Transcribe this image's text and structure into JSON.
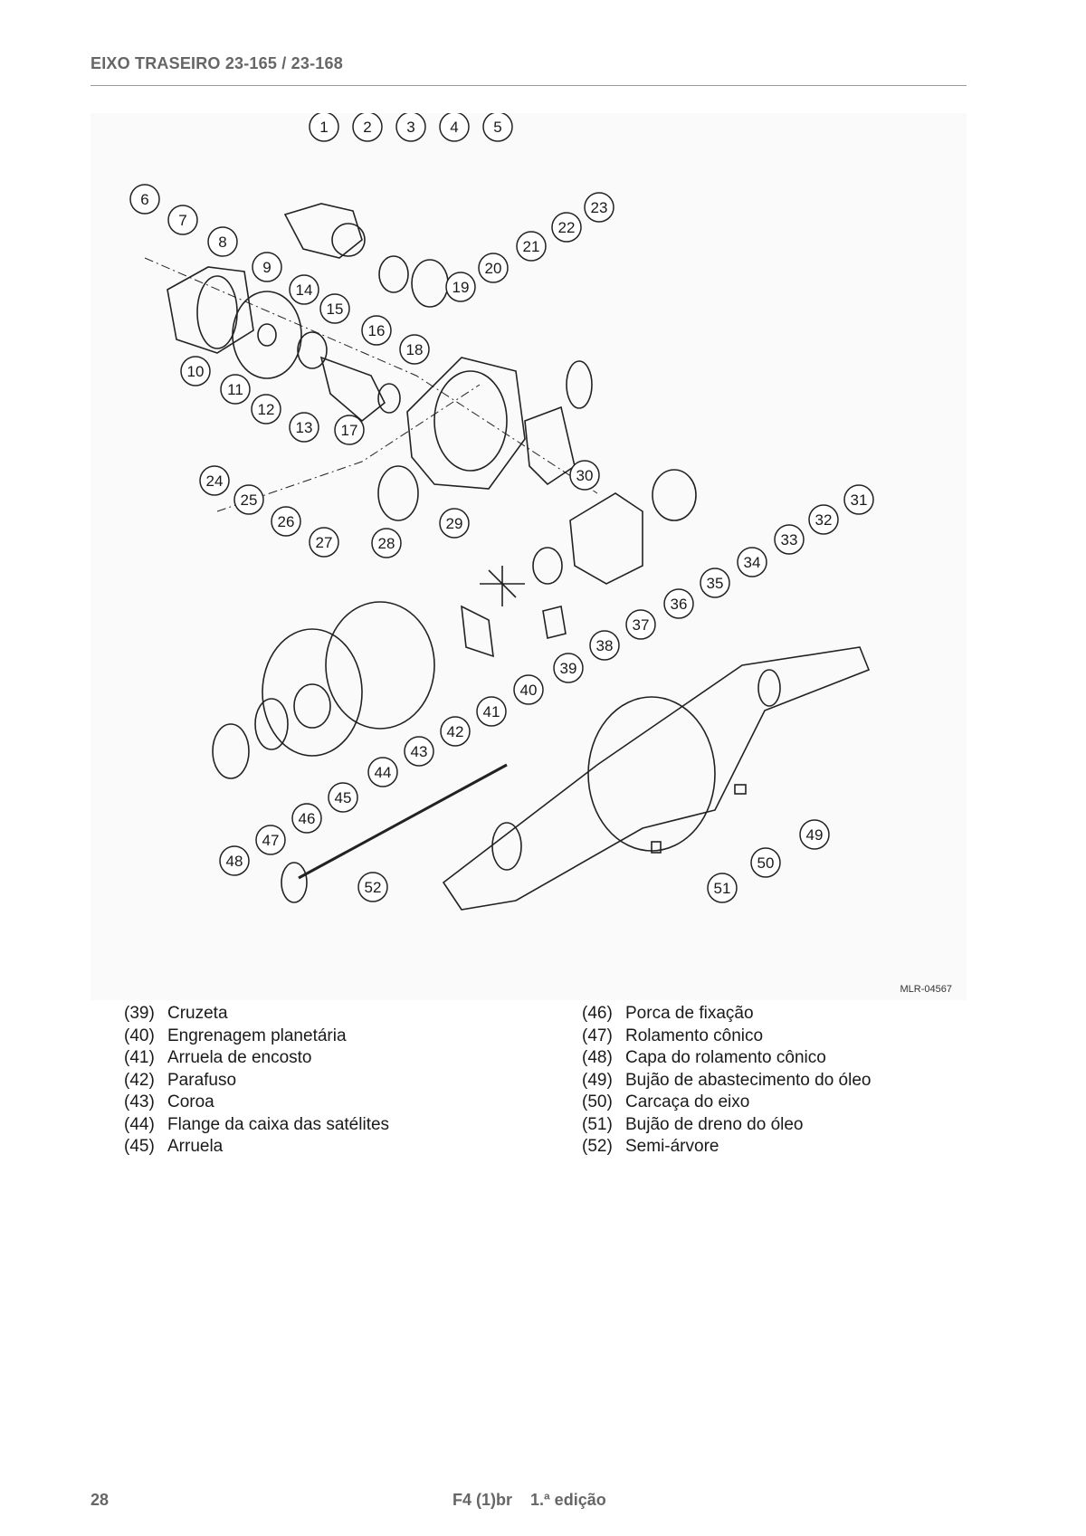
{
  "header": {
    "title": "EIXO TRASEIRO 23-165 / 23-168"
  },
  "figure": {
    "code": "MLR-04567",
    "callouts": [
      "1",
      "2",
      "3",
      "4",
      "5",
      "6",
      "7",
      "8",
      "9",
      "10",
      "11",
      "12",
      "13",
      "14",
      "15",
      "16",
      "17",
      "18",
      "19",
      "20",
      "21",
      "22",
      "23",
      "24",
      "25",
      "26",
      "27",
      "28",
      "29",
      "30",
      "31",
      "32",
      "33",
      "34",
      "35",
      "36",
      "37",
      "38",
      "39",
      "40",
      "41",
      "42",
      "43",
      "44",
      "45",
      "46",
      "47",
      "48",
      "49",
      "50",
      "51",
      "52"
    ]
  },
  "legend": {
    "left": [
      {
        "num": "(39)",
        "text": "Cruzeta"
      },
      {
        "num": "(40)",
        "text": "Engrenagem planetária"
      },
      {
        "num": "(41)",
        "text": "Arruela de encosto"
      },
      {
        "num": "(42)",
        "text": "Parafuso"
      },
      {
        "num": "(43)",
        "text": "Coroa"
      },
      {
        "num": "(44)",
        "text": "Flange da caixa das satélites"
      },
      {
        "num": "(45)",
        "text": "Arruela"
      }
    ],
    "right": [
      {
        "num": "(46)",
        "text": "Porca de fixação"
      },
      {
        "num": "(47)",
        "text": "Rolamento cônico"
      },
      {
        "num": "(48)",
        "text": "Capa do rolamento cônico"
      },
      {
        "num": "(49)",
        "text": "Bujão de abastecimento do óleo"
      },
      {
        "num": "(50)",
        "text": "Carcaça do eixo"
      },
      {
        "num": "(51)",
        "text": "Bujão de dreno do óleo"
      },
      {
        "num": "(52)",
        "text": "Semi-árvore"
      }
    ]
  },
  "footer": {
    "page_number": "28",
    "edition": "F4 (1)br    1.ª edição"
  }
}
